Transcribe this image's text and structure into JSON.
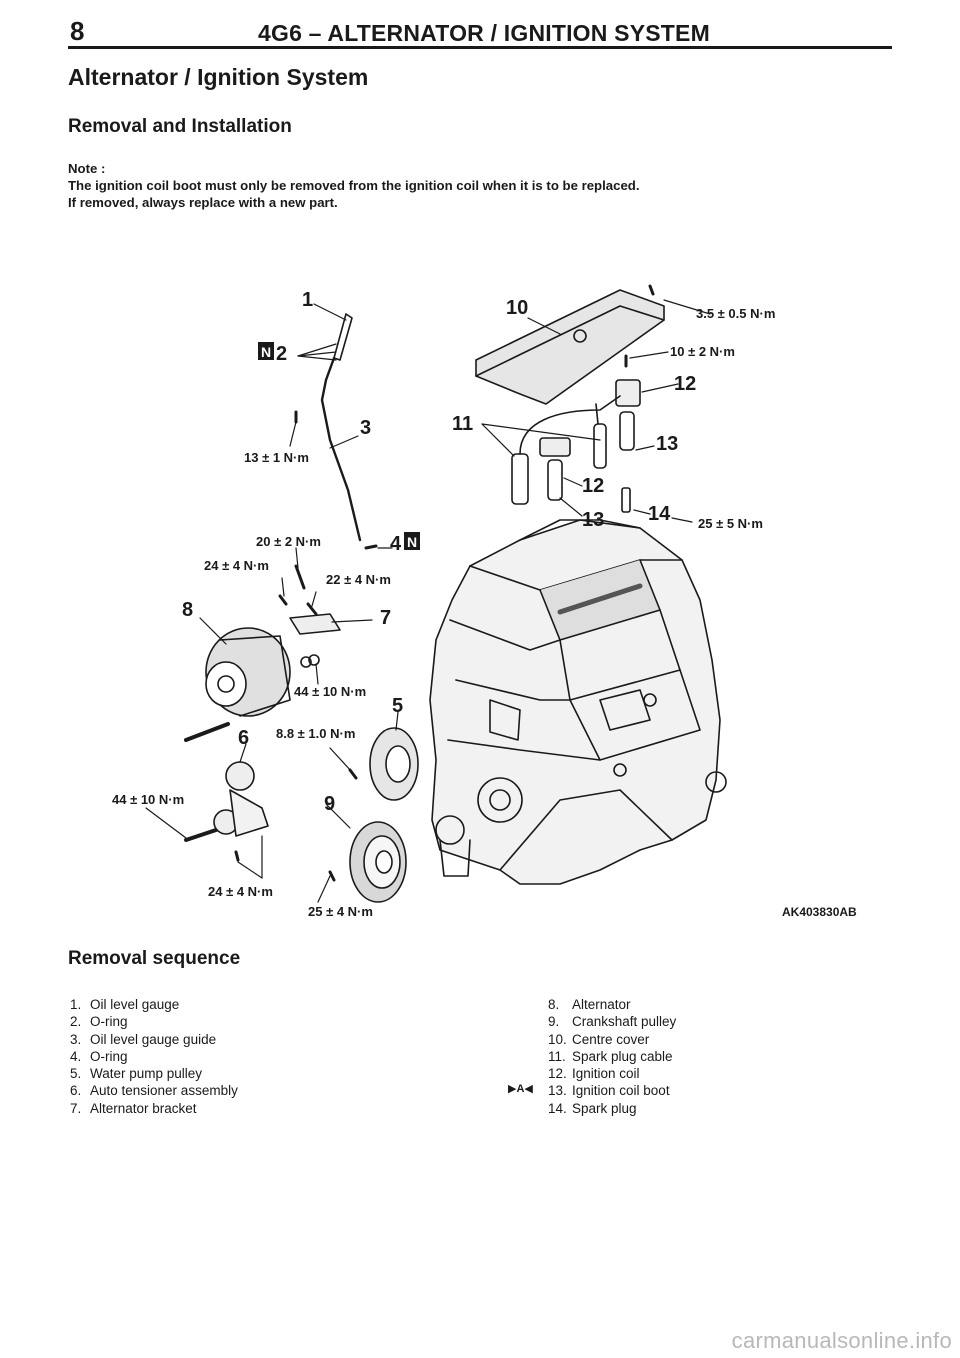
{
  "header": {
    "page_number": "8",
    "title": "4G6 – ALTERNATOR / IGNITION SYSTEM"
  },
  "section_title": "Alternator / Ignition System",
  "subsection_title": "Removal and Installation",
  "note": {
    "label": "Note :",
    "lines": [
      "The ignition coil boot must only be removed from the ignition coil when it is to be replaced.",
      "If removed, always replace with a new part."
    ]
  },
  "diagram": {
    "figure_code": "AK403830AB",
    "new_part_symbol": "N",
    "callouts": [
      "1",
      "2",
      "3",
      "4",
      "5",
      "6",
      "7",
      "8",
      "9",
      "10",
      "11",
      "12",
      "12",
      "13",
      "13",
      "14"
    ],
    "torque_specs": [
      "3.5 ± 0.5 N·m",
      "10 ± 2 N·m",
      "13 ± 1 N·m",
      "25 ± 5 N·m",
      "20 ± 2 N·m",
      "24 ± 4 N·m",
      "22 ± 4 N·m",
      "44 ± 10 N·m",
      "8.8 ± 1.0 N·m",
      "44 ± 10 N·m",
      "24 ± 4 N·m",
      "25 ± 4 N·m"
    ]
  },
  "removal_sequence": {
    "title": "Removal sequence",
    "left": [
      {
        "num": "1.",
        "text": "Oil level gauge"
      },
      {
        "num": "2.",
        "text": "O-ring"
      },
      {
        "num": "3.",
        "text": "Oil level gauge guide"
      },
      {
        "num": "4.",
        "text": "O-ring"
      },
      {
        "num": "5.",
        "text": "Water pump pulley"
      },
      {
        "num": "6.",
        "text": "Auto tensioner assembly"
      },
      {
        "num": "7.",
        "text": "Alternator bracket"
      }
    ],
    "right": [
      {
        "num": "8.",
        "text": "Alternator"
      },
      {
        "num": "9.",
        "text": "Crankshaft pulley"
      },
      {
        "num": "10.",
        "text": "Centre cover"
      },
      {
        "num": "11.",
        "text": "Spark plug cable"
      },
      {
        "num": "12.",
        "text": "Ignition coil"
      },
      {
        "num": "13.",
        "text": "Ignition coil boot"
      },
      {
        "num": "14.",
        "text": "Spark plug"
      }
    ],
    "reference_marker": "▶A◀"
  },
  "watermark": "carmanualsonline.info"
}
